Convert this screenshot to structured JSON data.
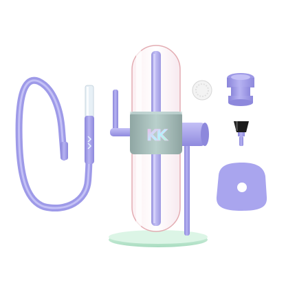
{
  "product": {
    "logo_text": "KK"
  },
  "colors": {
    "background": "#ffffff",
    "lavender": "#a6a2ec",
    "lavender_dark": "#8c87dc",
    "mint": "#bfe8cf",
    "glass_outline": "#e0a8ad",
    "sleeve": "#a9c1bd",
    "black": "#1b1b1b"
  },
  "components": [
    "hose",
    "mouthpiece-tip",
    "glass-chamber",
    "center-sleeve",
    "side-arm",
    "base-stand",
    "mesh-screen",
    "bowl-cap",
    "black-nozzle",
    "silicone-pad"
  ]
}
